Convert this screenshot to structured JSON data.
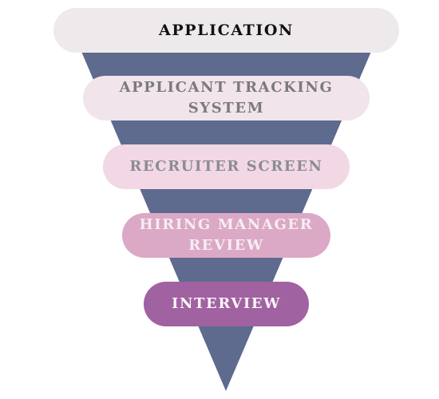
{
  "colors": {
    "funnel": "#5e6a8e"
  },
  "stages": [
    {
      "label": "APPLICATION",
      "bg": "#eeeaec",
      "color": "#111111"
    },
    {
      "label": "APPLICANT TRACKING SYSTEM",
      "bg": "#f1e4ea",
      "color": "#7a7a7e"
    },
    {
      "label": "RECRUITER SCREEN",
      "bg": "#f2d7e4",
      "color": "#8c8c92"
    },
    {
      "label": "HIRING MANAGER REVIEW",
      "bg": "#dba9c5",
      "color": "#f5eef2"
    },
    {
      "label": "INTERVIEW",
      "bg": "#a062a0",
      "color": "#fdf4fb"
    }
  ]
}
